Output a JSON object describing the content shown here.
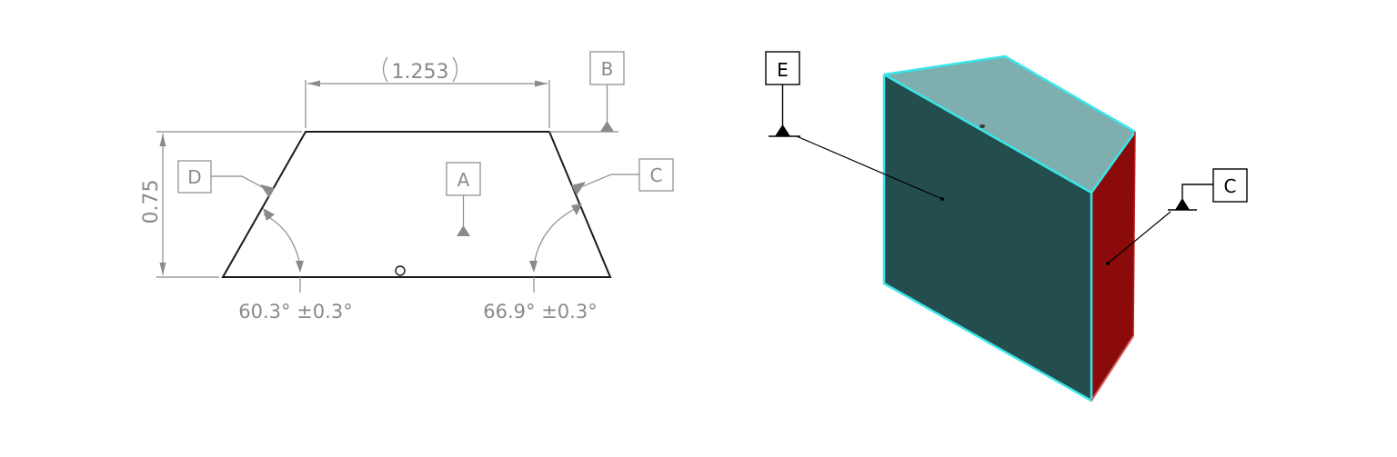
{
  "drawing_2d": {
    "width_dim": "1.253",
    "height_dim": "0.75",
    "angle_left": "60.3° ±0.3°",
    "angle_right": "66.9° ±0.3°",
    "datums": {
      "a": "A",
      "b": "B",
      "c": "C",
      "d": "D"
    }
  },
  "drawing_3d": {
    "datums": {
      "e": "E",
      "c": "C"
    },
    "colors": {
      "front_face": "#244e4e",
      "top_face": "#7eaeae",
      "side_face": "#8b0a0a",
      "edge_highlight": "#39e6ea"
    }
  },
  "colors": {
    "outline": "#1a1a1a",
    "dimension_gray": "#8a8a8a",
    "datum_black": "#000000"
  }
}
